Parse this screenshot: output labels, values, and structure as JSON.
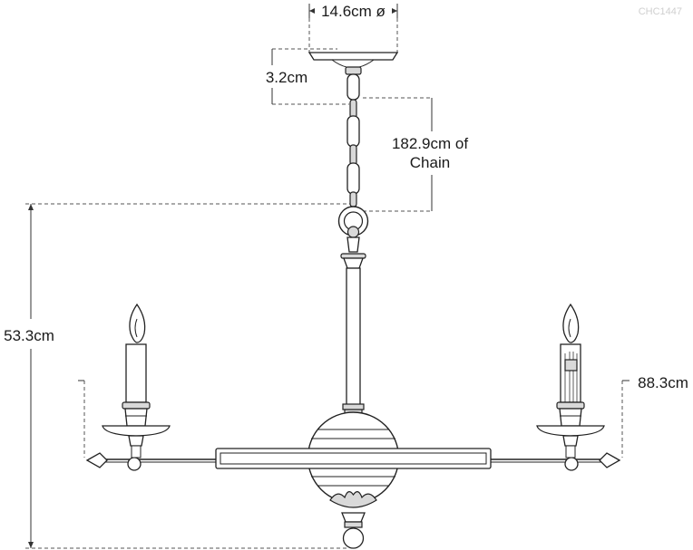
{
  "model_code": "CHC1447",
  "dimensions": {
    "canopy_diameter": "14.6cm ø",
    "canopy_height": "3.2cm",
    "chain_length_line1": "182.9cm of",
    "chain_length_line2": "Chain",
    "fixture_height": "53.3cm",
    "fixture_width": "88.3cm"
  }
}
